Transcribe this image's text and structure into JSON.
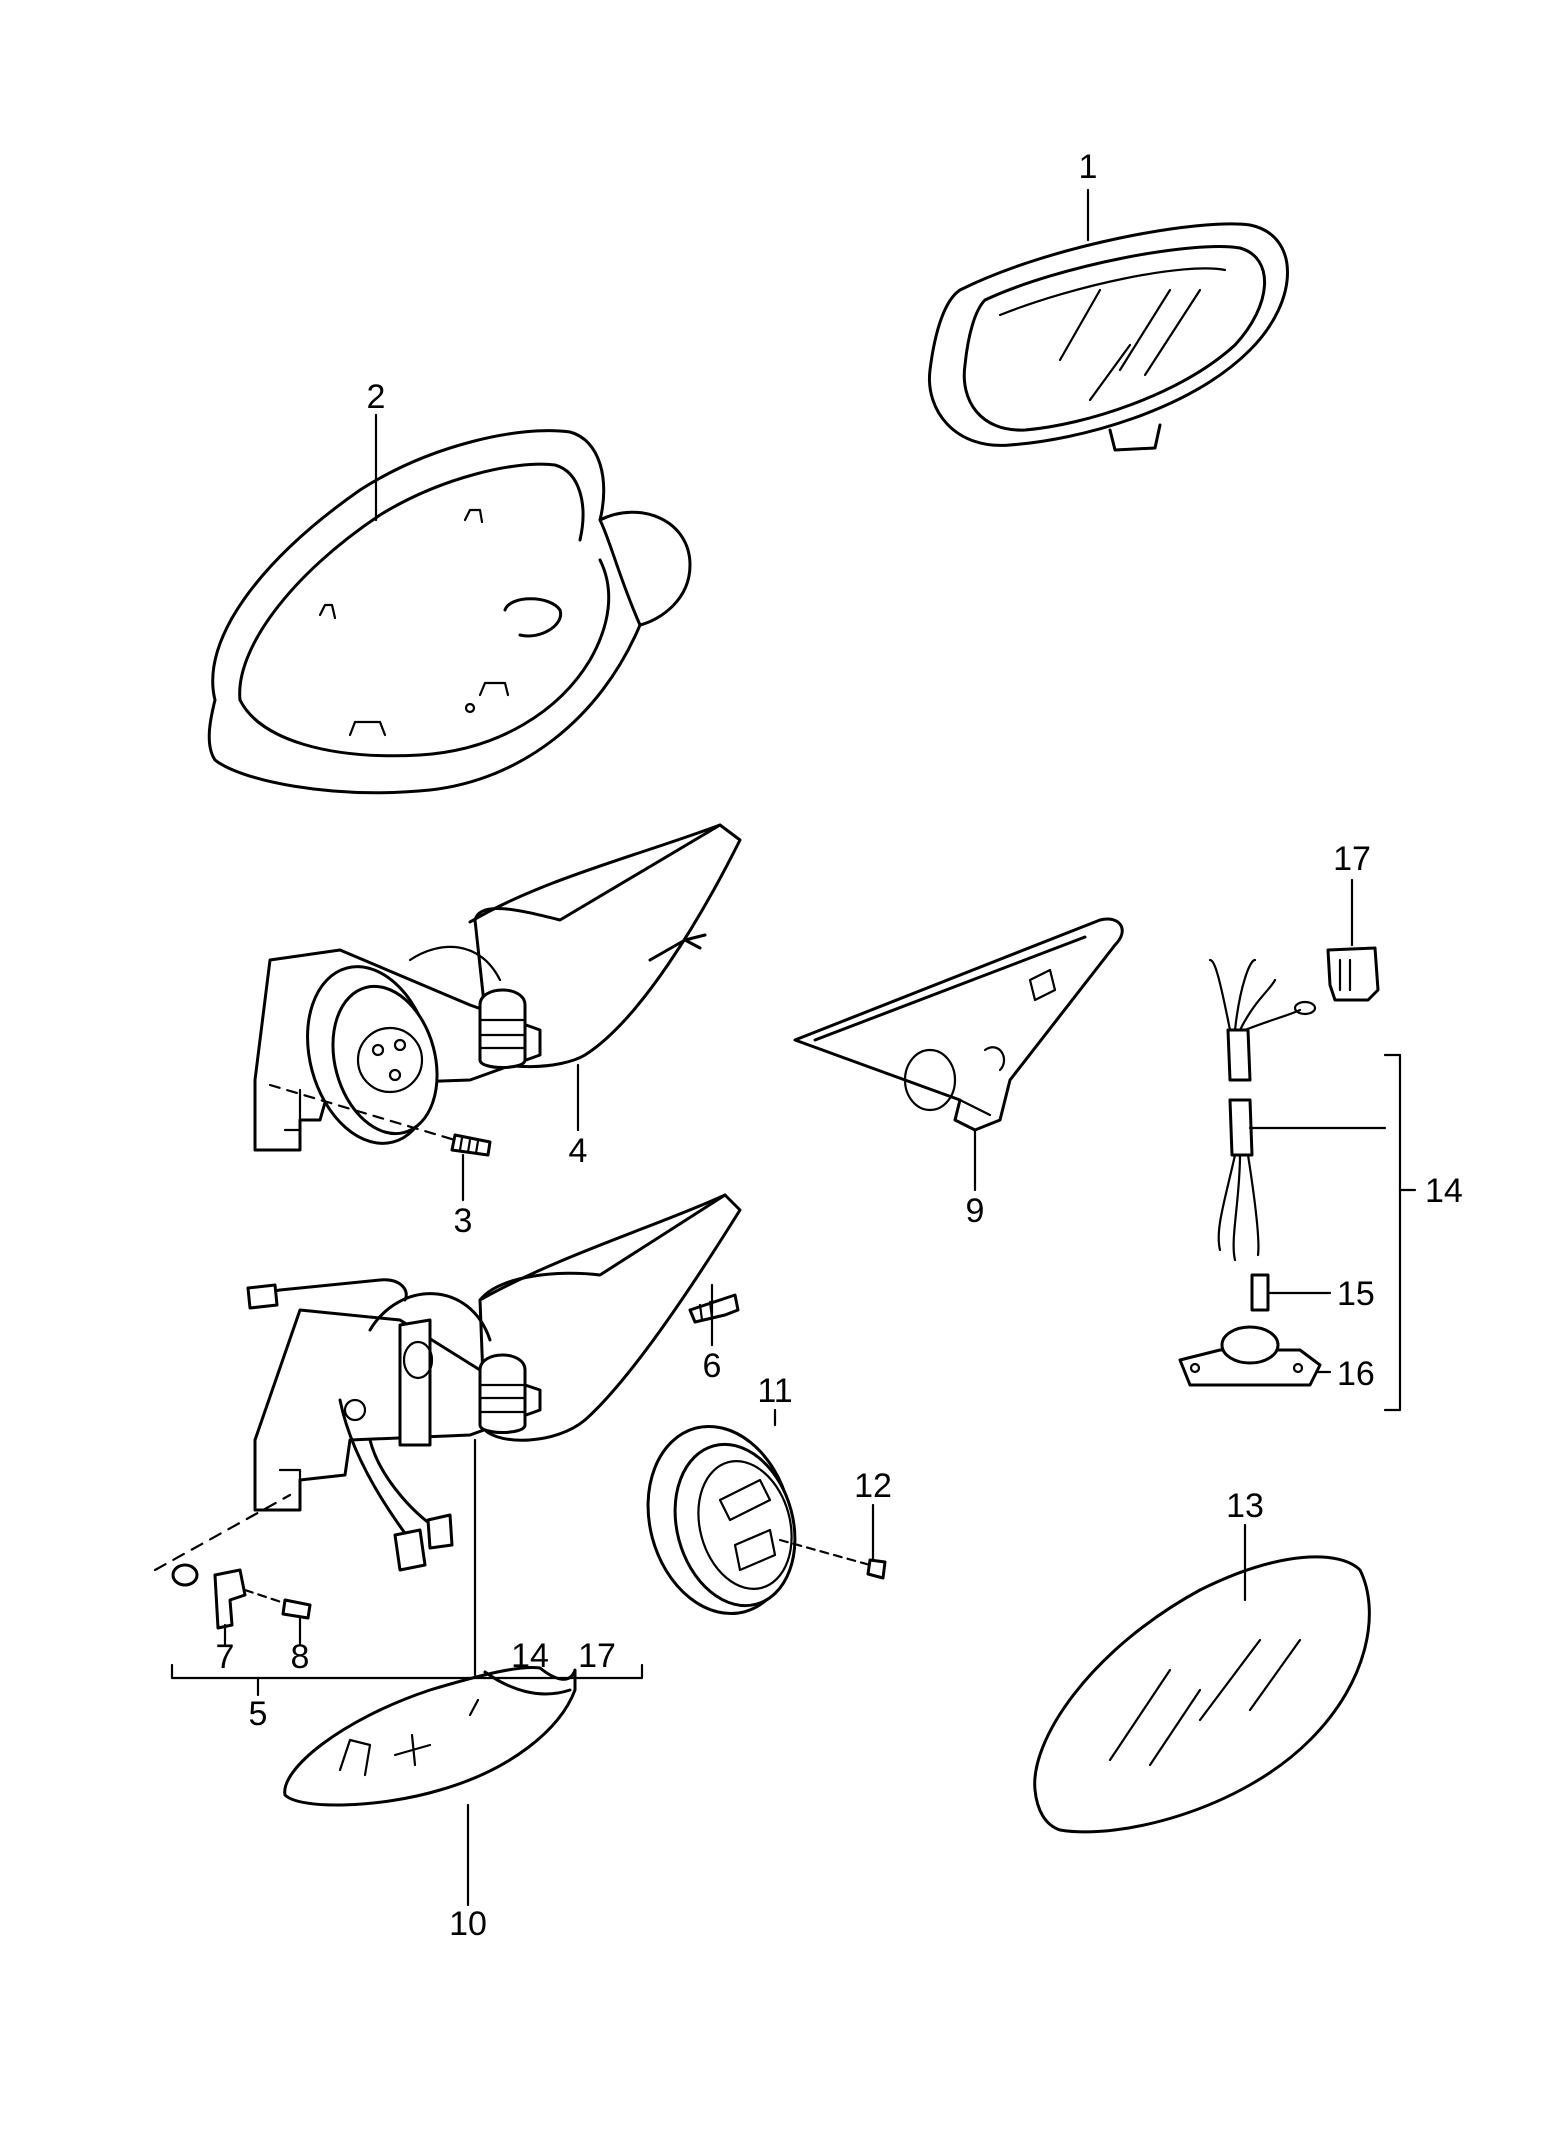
{
  "diagram": {
    "labels": {
      "c1": "1",
      "c2": "2",
      "c3": "3",
      "c4": "4",
      "c5": "5",
      "c6": "6",
      "c7": "7",
      "c8": "8",
      "c9": "9",
      "c10": "10",
      "c11": "11",
      "c12": "12",
      "c13": "13",
      "c14": "14",
      "c14b": "14",
      "c15": "15",
      "c16": "16",
      "c17": "17",
      "c17b": "17"
    }
  }
}
